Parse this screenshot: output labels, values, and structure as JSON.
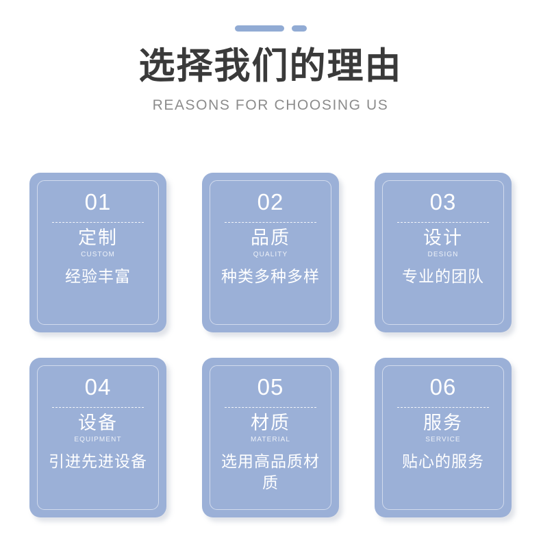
{
  "header": {
    "decoration": {
      "long_dash": "dash-long",
      "short_dash": "dash-short"
    },
    "title": "选择我们的理由",
    "subtitle": "REASONS FOR CHOOSING US"
  },
  "theme": {
    "card_bg": "#9bb0d7",
    "accent": "#91abd4",
    "title_color": "#3a3a3a",
    "subtitle_color": "#8c8c8c",
    "card_text": "#ffffff"
  },
  "cards": [
    {
      "number": "01",
      "cn_label": "定制",
      "en_label": "CUSTOM",
      "description": "经验丰富"
    },
    {
      "number": "02",
      "cn_label": "品质",
      "en_label": "QUALITY",
      "description": "种类多种多样"
    },
    {
      "number": "03",
      "cn_label": "设计",
      "en_label": "DESIGN",
      "description": "专业的团队"
    },
    {
      "number": "04",
      "cn_label": "设备",
      "en_label": "EQUIPMENT",
      "description": "引进先进设备"
    },
    {
      "number": "05",
      "cn_label": "材质",
      "en_label": "MATERIAL",
      "description": "选用高品质材质"
    },
    {
      "number": "06",
      "cn_label": "服务",
      "en_label": "SERVICE",
      "description": "贴心的服务"
    }
  ]
}
